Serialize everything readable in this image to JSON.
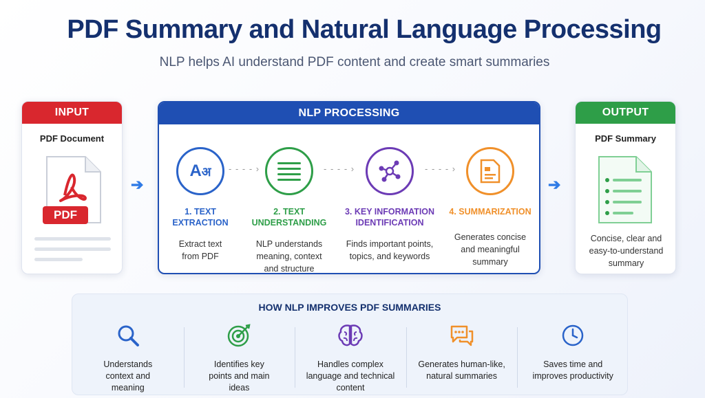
{
  "title": "PDF Summary and Natural Language Processing",
  "subtitle": "NLP helps AI understand PDF content and create smart summaries",
  "input": {
    "header": "INPUT",
    "label": "PDF Document",
    "badge": "PDF"
  },
  "processing": {
    "header": "NLP PROCESSING",
    "steps": [
      {
        "label_line1": "1. TEXT",
        "label_line2": "EXTRACTION",
        "desc_line1": "Extract text",
        "desc_line2": "from PDF",
        "desc_line3": "",
        "icon": "translate-icon",
        "color": "#2a63c9"
      },
      {
        "label_line1": "2. TEXT",
        "label_line2": "UNDERSTANDING",
        "desc_line1": "NLP understands",
        "desc_line2": "meaning, context",
        "desc_line3": "and structure",
        "icon": "list-icon",
        "color": "#2e9e48"
      },
      {
        "label_line1": "3. KEY INFORMATION",
        "label_line2": "IDENTIFICATION",
        "desc_line1": "Finds important points,",
        "desc_line2": "topics, and keywords",
        "desc_line3": "",
        "icon": "network-icon",
        "color": "#6c3bb5"
      },
      {
        "label_line1": "4. SUMMARIZATION",
        "label_line2": "",
        "desc_line1": "Generates concise",
        "desc_line2": "and meaningful",
        "desc_line3": "summary",
        "icon": "document-icon",
        "color": "#f0902a"
      }
    ]
  },
  "output": {
    "header": "OUTPUT",
    "label": "PDF Summary",
    "desc_line1": "Concise, clear and",
    "desc_line2": "easy-to-understand",
    "desc_line3": "summary"
  },
  "improvements": {
    "title": "HOW NLP IMPROVES PDF SUMMARIES",
    "items": [
      {
        "line1": "Understands",
        "line2": "context and",
        "line3": "meaning",
        "icon": "search-icon"
      },
      {
        "line1": "Identifies key",
        "line2": "points and main",
        "line3": "ideas",
        "icon": "target-icon"
      },
      {
        "line1": "Handles complex",
        "line2": "language and technical",
        "line3": "content",
        "icon": "brain-icon"
      },
      {
        "line1": "Generates human-like,",
        "line2": "natural summaries",
        "line3": "",
        "icon": "chat-icon"
      },
      {
        "line1": "Saves time and",
        "line2": "improves productivity",
        "line3": "",
        "icon": "clock-icon"
      }
    ]
  },
  "colors": {
    "input": "#d9272e",
    "processing": "#1f4fb3",
    "output": "#2e9e48",
    "title": "#14306e"
  }
}
